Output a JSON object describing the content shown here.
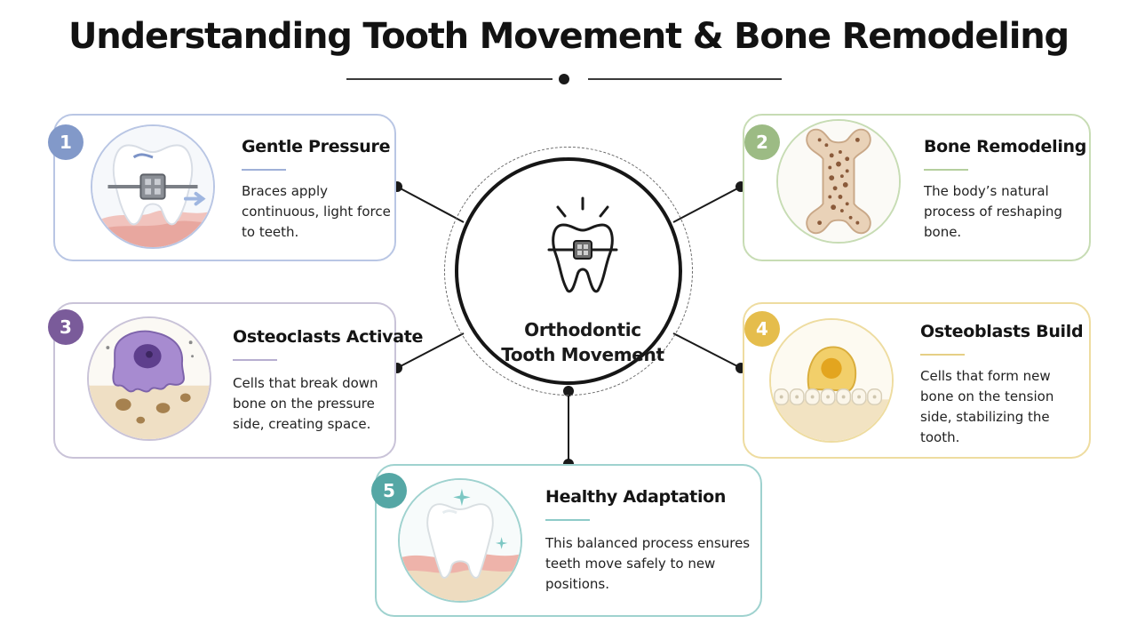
{
  "title": "Understanding Tooth Movement & Bone Remodeling",
  "center": {
    "label_line1": "Orthodontic",
    "label_line2": "Tooth Movement",
    "icon": "tooth-with-braces-icon"
  },
  "steps": [
    {
      "number": "1",
      "title": "Gentle Pressure",
      "description": "Braces apply continuous, light force to teeth.",
      "icon": "tooth-with-bracket-illustration",
      "color": "#8299c9"
    },
    {
      "number": "2",
      "title": "Bone Remodeling",
      "description": "The body’s natural process of reshaping bone.",
      "icon": "bone-illustration",
      "color": "#9cbb84"
    },
    {
      "number": "3",
      "title": "Osteoclasts Activate",
      "description": "Cells that break down bone on the pressure side, creating space.",
      "icon": "osteoclast-cell-illustration",
      "color": "#7a5b9a"
    },
    {
      "number": "4",
      "title": "Osteoblasts Build",
      "description": "Cells that form new bone on the tension side, stabilizing the tooth.",
      "icon": "osteoblast-cell-illustration",
      "color": "#e5bd4c"
    },
    {
      "number": "5",
      "title": "Healthy Adaptation",
      "description": "This balanced process ensures teeth move safely to new positions.",
      "icon": "healthy-tooth-illustration",
      "color": "#55a7a5"
    }
  ]
}
